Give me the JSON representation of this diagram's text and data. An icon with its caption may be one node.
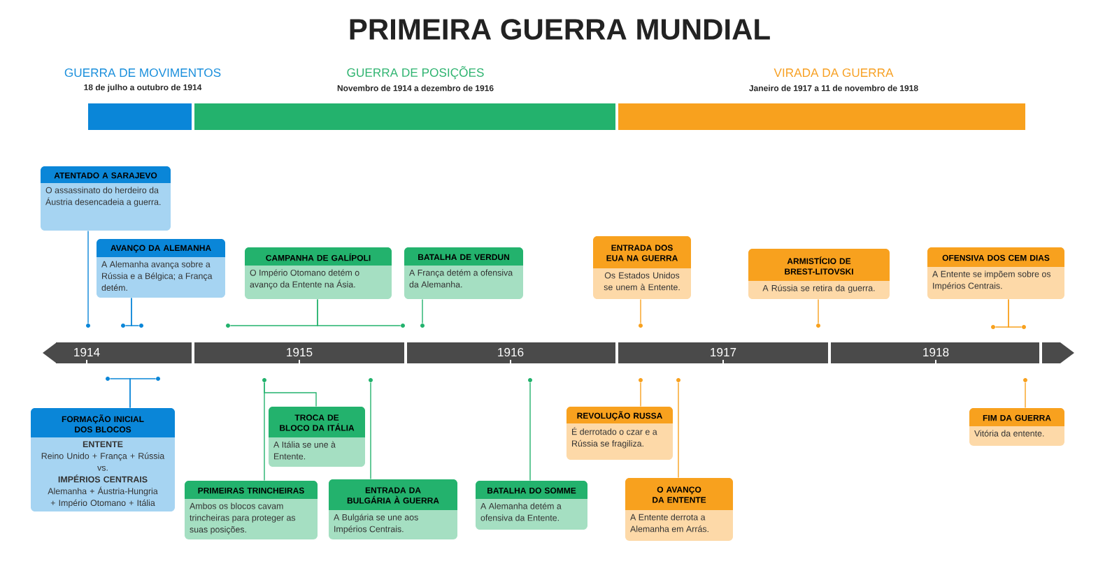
{
  "diagram": {
    "title": "PRIMEIRA GUERRA MUNDIAL",
    "nodes": [
      {
        "text": [
          "GUERRA DE MOVIMENTOS",
          "18 de julho a outubro de 1914"
        ]
      },
      {
        "text": [
          "GUERRA DE POSIÇÕES",
          "Novembro de 1914 a dezembro de 1916"
        ]
      },
      {
        "text": [
          "VIRADA DA GUERRA",
          "Janeiro de 1917 a 11 de novembro de 1918"
        ]
      },
      {
        "text": [
          "ATENTADO A SARAJEVO",
          "O assassinato do herdeiro da Áustria desencadeia a guerra."
        ]
      },
      {
        "text": [
          "AVANÇO DA ALEMANHA",
          "A Alemanha avança sobre a Rússia e a Bélgica; a França detém."
        ]
      },
      {
        "text": [
          "CAMPANHA DE GALÍPOLI",
          "O Império Otomano detém o avanço da Entente na Ásia."
        ]
      },
      {
        "text": [
          "BATALHA DE VERDUN",
          "A França detém a ofensiva da Alemanha."
        ]
      },
      {
        "text": [
          "ENTRADA DOS EUA NA GUERRA",
          "Os Estados Unidos se unem à Entente."
        ]
      },
      {
        "text": [
          "ARMISTÍCIO DE BREST-LITOVSKI",
          "A Rússia se retira da guerra."
        ]
      },
      {
        "text": [
          "OFENSIVA DOS CEM DIAS",
          "A Entente se impõem sobre os Impérios Centrais."
        ]
      },
      {
        "text": [
          "FORMAÇÃO INICIAL DOS BLOCOS",
          "ENTENTE",
          "Reino Unido + França + Rússia",
          "vs.",
          "IMPÉRIOS CENTRAIS",
          "Alemanha + Áustria-Hungria + Império Otomano + Itália"
        ]
      },
      {
        "text": [
          "TROCA DE BLOCO DA ITÁLIA",
          "A Itália se une à Entente."
        ]
      },
      {
        "text": [
          "PRIMEIRAS TRINCHEIRAS",
          "Ambos os blocos cavam trincheiras para proteger as suas posições."
        ]
      },
      {
        "text": [
          "ENTRADA DA BULGÁRIA À GUERRA",
          "A Bulgária se une aos Impérios Centrais."
        ]
      },
      {
        "text": [
          "BATALHA DO SOMME",
          "A Alemanha detém a ofensiva da Entente."
        ]
      },
      {
        "text": [
          "REVOLUÇÃO RUSSA",
          "É derrotado o czar e a Rússia se fragiliza."
        ]
      },
      {
        "text": [
          "O AVANÇO DA ENTENTE",
          "A Entente derrota a Alemanha em Arrás."
        ]
      },
      {
        "text": [
          "FIM DA GUERRA",
          "Vitória da entente."
        ]
      },
      {
        "text": [
          "1914"
        ]
      },
      {
        "text": [
          "1915"
        ]
      },
      {
        "text": [
          "1916"
        ]
      },
      {
        "text": [
          "1917"
        ]
      },
      {
        "text": [
          "1918"
        ]
      },
      {
        "text": [],
        "shape": "circle"
      },
      {
        "text": [],
        "shape": "circle"
      },
      {
        "text": [],
        "shape": "circle"
      },
      {
        "text": [],
        "shape": "circle"
      },
      {
        "text": [],
        "shape": "circle"
      },
      {
        "text": [],
        "shape": "circle"
      },
      {
        "text": [],
        "shape": "circle"
      },
      {
        "text": [],
        "shape": "circle"
      },
      {
        "text": [],
        "shape": "circle"
      },
      {
        "text": [],
        "shape": "circle"
      },
      {
        "text": [],
        "shape": "circle"
      },
      {
        "text": [],
        "shape": "circle"
      },
      {
        "text": [],
        "shape": "circle"
      },
      {
        "text": [],
        "shape": "circle"
      },
      {
        "text": [],
        "shape": "circle"
      },
      {
        "text": [],
        "shape": "circle"
      },
      {
        "text": [],
        "shape": "circle"
      },
      {
        "text": [],
        "shape": "circle"
      }
    ],
    "edges": [
      {
        "from": 3,
        "to": 23,
        "arrow": "none",
        "color": "#0a86d8"
      },
      {
        "from": 4,
        "to": 24,
        "arrow": "none",
        "color": "#0a86d8"
      },
      {
        "from": 4,
        "to": 25,
        "arrow": "none",
        "color": "#0a86d8"
      },
      {
        "from": 5,
        "to": 26,
        "arrow": "none",
        "color": "#23b26d"
      },
      {
        "from": 5,
        "to": 27,
        "arrow": "none",
        "color": "#23b26d"
      },
      {
        "from": 6,
        "to": 28,
        "arrow": "none",
        "color": "#23b26d"
      },
      {
        "from": 7,
        "to": 29,
        "arrow": "none",
        "color": "#f8a11e"
      },
      {
        "from": 8,
        "to": 30,
        "arrow": "none",
        "color": "#f8a11e"
      },
      {
        "from": 9,
        "to": 31,
        "arrow": "none",
        "color": "#f8a11e"
      },
      {
        "from": 9,
        "to": 32,
        "arrow": "none",
        "color": "#f8a11e"
      },
      {
        "from": 10,
        "to": 33,
        "arrow": "none",
        "color": "#0a86d8"
      },
      {
        "from": 10,
        "to": 34,
        "arrow": "none",
        "color": "#0a86d8"
      },
      {
        "from": 11,
        "to": 35,
        "arrow": "none",
        "color": "#23b26d"
      },
      {
        "from": 12,
        "to": 35,
        "arrow": "none",
        "color": "#23b26d"
      },
      {
        "from": 13,
        "to": 36,
        "arrow": "none",
        "color": "#23b26d"
      },
      {
        "from": 14,
        "to": 37,
        "arrow": "none",
        "color": "#23b26d"
      },
      {
        "from": 15,
        "to": 38,
        "arrow": "none",
        "color": "#f8a11e"
      },
      {
        "from": 16,
        "to": 39,
        "arrow": "none",
        "color": "#f8a11e"
      },
      {
        "from": 17,
        "to": 40,
        "arrow": "none",
        "color": "#f8a11e"
      }
    ]
  }
}
